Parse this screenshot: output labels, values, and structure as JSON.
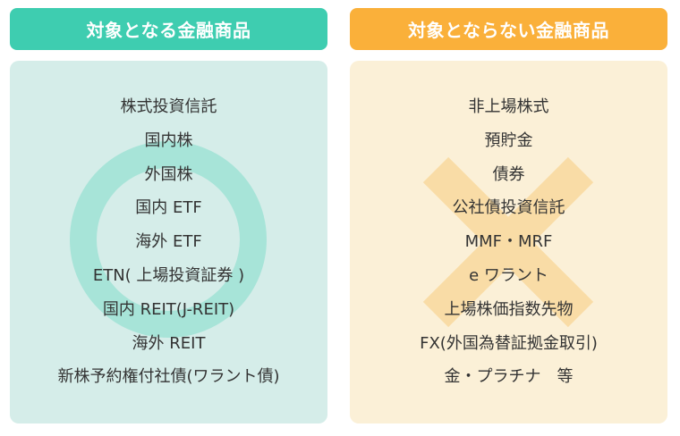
{
  "colors": {
    "eligible_accent": "#3ecdb0",
    "eligible_panel_bg": "#d5ede9",
    "eligible_ring": "#a7e4d8",
    "ineligible_accent": "#fab03a",
    "ineligible_panel_bg": "#fbf0d7",
    "ineligible_cross": "#f9dca6",
    "text": "#333333"
  },
  "eligible": {
    "title": "対象となる金融商品",
    "symbol": "circle-mark",
    "items": [
      "株式投資信託",
      "国内株",
      "外国株",
      "国内 ETF",
      "海外 ETF",
      "ETN( 上場投資証券 )",
      "国内 REIT(J-REIT)",
      "海外 REIT",
      "新株予約権付社債(ワラント債)"
    ]
  },
  "ineligible": {
    "title": "対象とならない金融商品",
    "symbol": "cross-mark",
    "items": [
      "非上場株式",
      "預貯金",
      "債券",
      "公社債投資信託",
      "MMF・MRF",
      "e ワラント",
      "上場株価指数先物",
      "FX(外国為替証拠金取引)",
      "金・プラチナ　等"
    ]
  }
}
